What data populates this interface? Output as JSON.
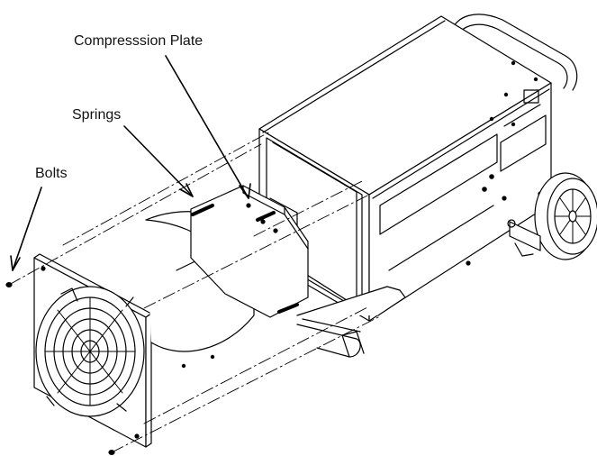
{
  "callouts": {
    "compression_plate": "Compresssion Plate",
    "springs": "Springs",
    "bolts": "Bolts"
  },
  "colors": {
    "line": "#000000",
    "fill": "#ffffff"
  }
}
